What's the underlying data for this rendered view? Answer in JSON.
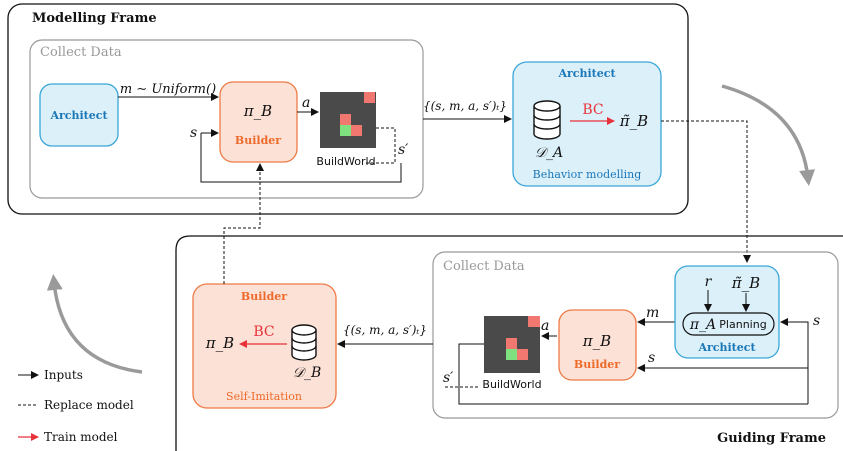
{
  "frames": {
    "modelling": {
      "title": "Modelling Frame"
    },
    "guiding": {
      "title": "Guiding Frame"
    }
  },
  "collect_data": {
    "top": "Collect Data",
    "bottom": "Collect Data"
  },
  "top": {
    "architect_box": "Architect",
    "message_label": "m ∼ Uniform()",
    "builder_policy": "π_B",
    "builder_label": "Builder",
    "action_label": "a",
    "state_label": "s",
    "next_state_label": "s′",
    "buildworld_label": "BuildWorld",
    "tuple_label": "{(s, m, a, s′)ₜ}",
    "behavior_box": {
      "title": "Architect",
      "dataset": "𝒟_A",
      "bc_label": "BC",
      "policy": "π̃_B",
      "caption": "Behavior modelling"
    }
  },
  "bottom": {
    "self_imitation_box": {
      "title": "Builder",
      "policy": "π_B",
      "bc_label": "BC",
      "dataset": "𝒟_B",
      "caption": "Self-Imitation"
    },
    "tuple_label": "{(s, m, a, s′)ₜ}",
    "buildworld_label": "BuildWorld",
    "action_label": "a",
    "next_state_label": "s′",
    "builder_policy": "π_B",
    "builder_label": "Builder",
    "message_label": "m",
    "state_label_a": "s",
    "state_label_b": "s",
    "architect_box": {
      "reward": "r",
      "tilde_policy": "π̃_B",
      "policy": "π_A",
      "planning": "Planning",
      "title": "Architect"
    }
  },
  "legend": {
    "inputs": "Inputs",
    "replace": "Replace model",
    "train": "Train model"
  },
  "colors": {
    "architect_fill": "#dcf0fa",
    "architect_stroke": "#3aa6d8",
    "architect_text": "#1a77b8",
    "builder_fill": "#fbe1d6",
    "builder_stroke": "#ee7a45",
    "builder_text": "#ee6a2a",
    "train_red": "#e8323a",
    "gray_arrow": "#9a9a9a"
  }
}
